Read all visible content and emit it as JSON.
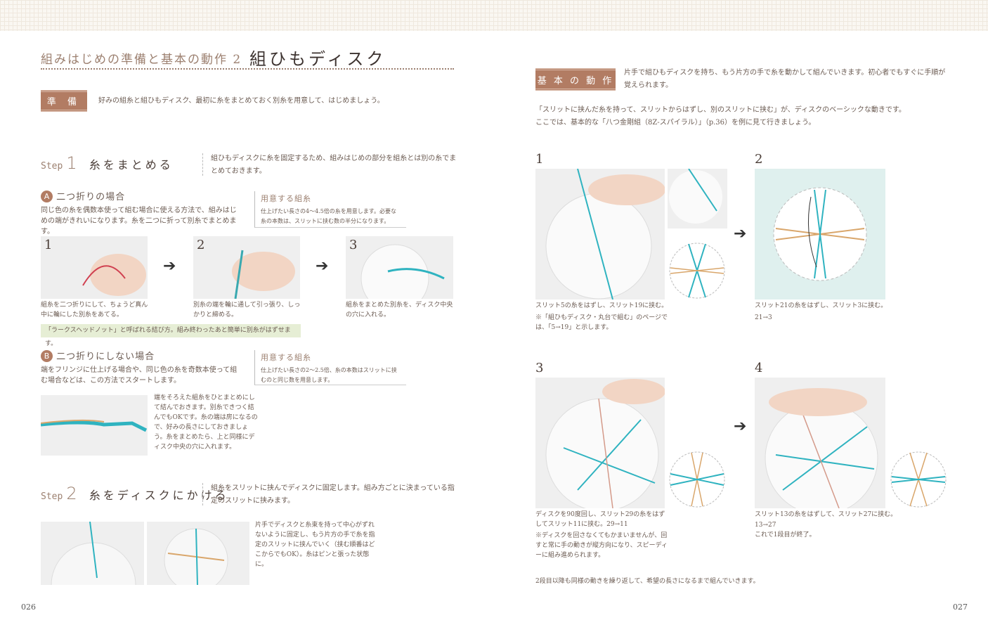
{
  "left_page": {
    "header_subtitle": "組みはじめの準備と基本の動作 2",
    "header_title": "組ひもディスク",
    "prep": {
      "badge": "準 備",
      "text": "好みの組糸と組ひもディスク、最初に糸をまとめておく別糸を用意して、はじめましょう。"
    },
    "step1": {
      "step_label": "Step",
      "step_number": "1",
      "title": "糸をまとめる",
      "desc": "組ひもディスクに糸を固定するため、組みはじめの部分を組糸とは別の糸でまとめておきます。",
      "section_a": {
        "letter": "A",
        "title": "二つ折りの場合",
        "desc": "同じ色の糸を偶数本使って組む場合に使える方法で、組みはじめの端がきれいになります。糸を二つに折って別糸でまとめます。",
        "info_title": "用意する組糸",
        "info_text": "仕上げたい長さの4〜4.5倍の糸を用意します。必要な糸の本数は、スリットに挟む数の半分になります。",
        "photos": [
          {
            "number": "1",
            "caption": "組糸を二つ折りにして、ちょうど真ん中に輪にした別糸をあてる。"
          },
          {
            "number": "2",
            "caption": "別糸の端を輪に通して引っ張り、しっかりと締める。"
          },
          {
            "number": "3",
            "caption": "組糸をまとめた別糸を、ディスク中央の穴に入れる。"
          }
        ],
        "note": "「ラークスヘッドノット」と呼ばれる結び方。組み終わったあと簡単に別糸がはずせます。"
      },
      "section_b": {
        "letter": "B",
        "title": "二つ折りにしない場合",
        "desc": "端をフリンジに仕上げる場合や、同じ色の糸を奇数本使って組む場合などは、この方法でスタートします。",
        "info_title": "用意する組糸",
        "info_text": "仕上げたい長さの2〜2.5倍、糸の本数はスリットに挟むのと同じ数を用意します。",
        "photo_text": "端をそろえた組糸をひとまとめにして結んでおきます。別糸できつく結んでもOKです。糸の端は房になるので、好みの長さにしておきましょう。糸をまとめたら、上と同様にディスク中央の穴に入れます。"
      }
    },
    "step2": {
      "step_label": "Step",
      "step_number": "2",
      "title": "糸をディスクにかける",
      "desc": "組糸をスリットに挟んでディスクに固定します。組み方ごとに決まっている指定のスリットに挟みます。",
      "photo_text": "片手でディスクと糸束を持って中心がずれないように固定し、もう片方の手で糸を指定のスリットに挟んでいく（挟む順番はどこからでもOK）。糸はピンと張った状態に。"
    },
    "page_number": "026"
  },
  "right_page": {
    "badge": "基 本 の 動 作",
    "intro": "片手で組ひもディスクを持ち、もう片方の手で糸を動かして組んでいきます。初心者でもすぐに手順が覚えられます。",
    "line1": "「スリットに挟んだ糸を持って、スリットからはずし、別のスリットに挟む」が、ディスクのベーシックな動きです。",
    "line2": "ここでは、基本的な「八つ金剛組（8Z-スパイラル）」（p.36）を例に見て行きましょう。",
    "steps": [
      {
        "number": "1",
        "caption": "スリット5の糸をはずし、スリット19に挟む。",
        "note": "※「組ひもディスク・丸台で組む」のページでは、「5→19」と示します。"
      },
      {
        "number": "2",
        "caption": "スリット21の糸をはずし、スリット3に挟む。",
        "note": "21→3"
      },
      {
        "number": "3",
        "caption": "ディスクを90度回し、スリット29の糸をはずしてスリット11に挟む。29→11",
        "note": "※ディスクを回さなくてもかまいませんが、回すと常に手の動きが縦方向になり、スピーディーに組み進められます。"
      },
      {
        "number": "4",
        "caption": "スリット13の糸をはずして、スリット27に挟む。",
        "note": "13→27",
        "note2": "これで1段目が終了。"
      }
    ],
    "footer": "2段目以降も同様の動きを繰り返して、希望の長さになるまで組んでいきます。",
    "page_number": "027"
  },
  "colors": {
    "accent_brown": "#b27c63",
    "note_green": "#e6eed5",
    "teal_thread": "#2fb3c0",
    "tan_thread": "#d9a66b",
    "diagram_bg": "#dff0ee"
  },
  "icons": [
    "arrow-right-icon",
    "kumihimo-disk-illustration"
  ]
}
